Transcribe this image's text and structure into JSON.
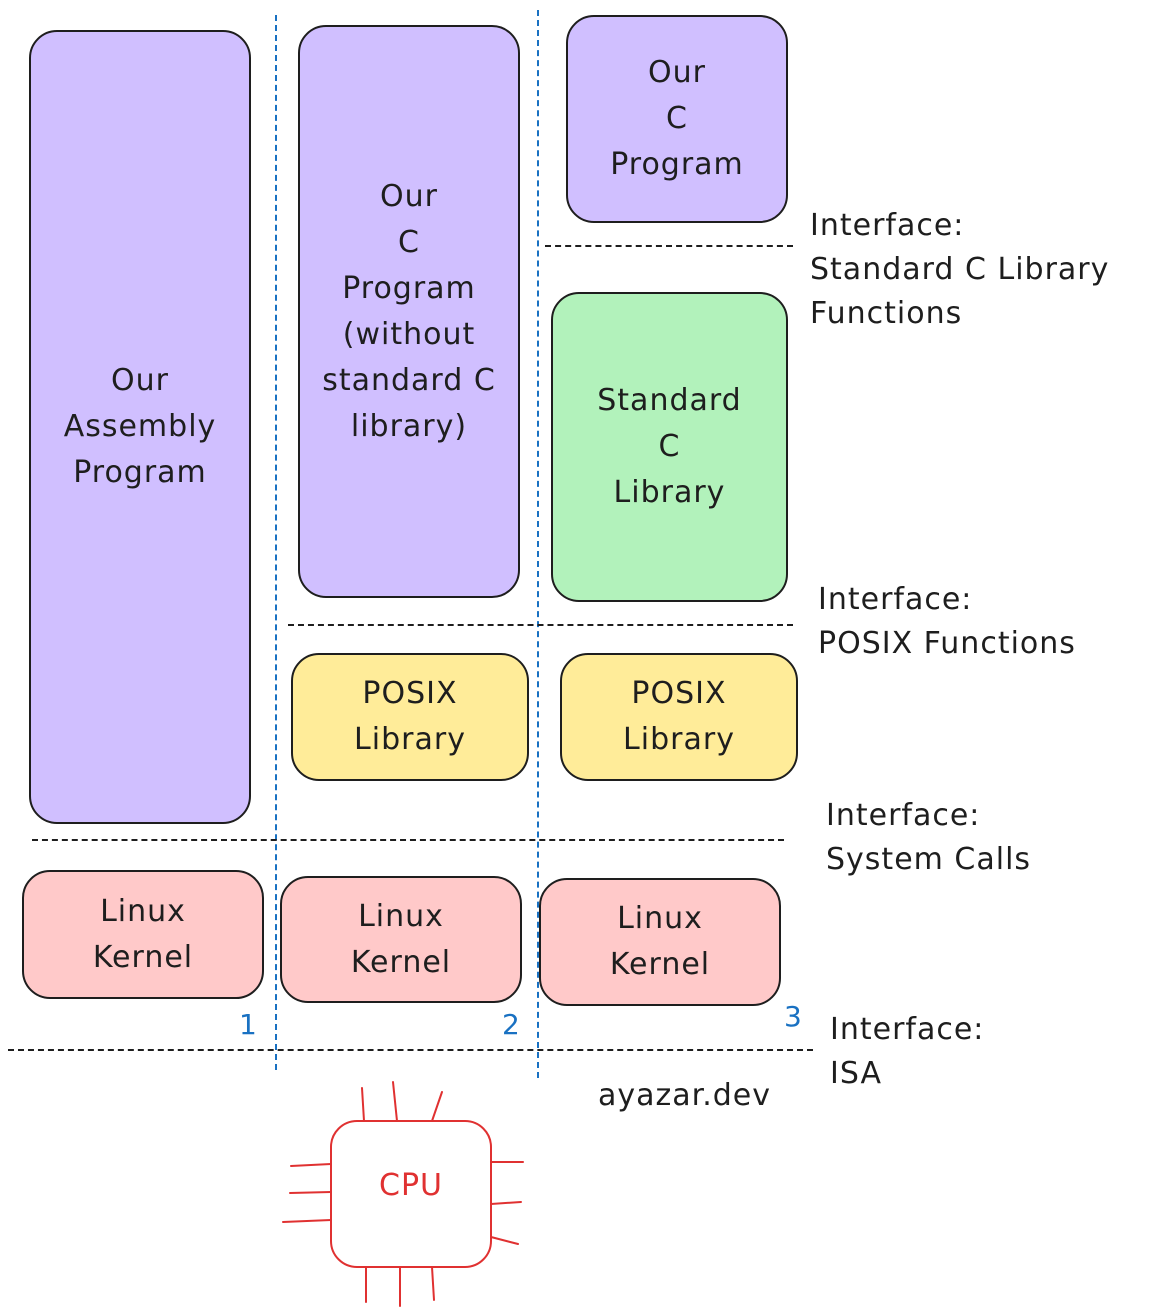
{
  "boxes": {
    "assembly_program": "Our\nAssembly\nProgram",
    "c_program_no_lib": "Our\nC\nProgram\n(without\nstandard C\nlibrary)",
    "c_program": "Our\nC\nProgram",
    "standard_c_library": "Standard\nC\nLibrary",
    "posix_library_2": "POSIX\nLibrary",
    "posix_library_3": "POSIX\nLibrary",
    "linux_kernel_1": "Linux\nKernel",
    "linux_kernel_2": "Linux\nKernel",
    "linux_kernel_3": "Linux\nKernel",
    "cpu": "CPU"
  },
  "interfaces": {
    "standard_c": "Interface:\nStandard C Library\nFunctions",
    "posix": "Interface:\nPOSIX Functions",
    "system_calls": "Interface:\nSystem Calls",
    "isa": "Interface:\nISA"
  },
  "column_numbers": [
    "1",
    "2",
    "3"
  ],
  "watermark": "ayazar.dev",
  "colors": {
    "program": "#d0bfff",
    "standard_library": "#b2f2bb",
    "posix_library": "#ffec99",
    "kernel": "#ffc9c9",
    "cpu": "#e03131",
    "column_divider": "#1971c2"
  }
}
